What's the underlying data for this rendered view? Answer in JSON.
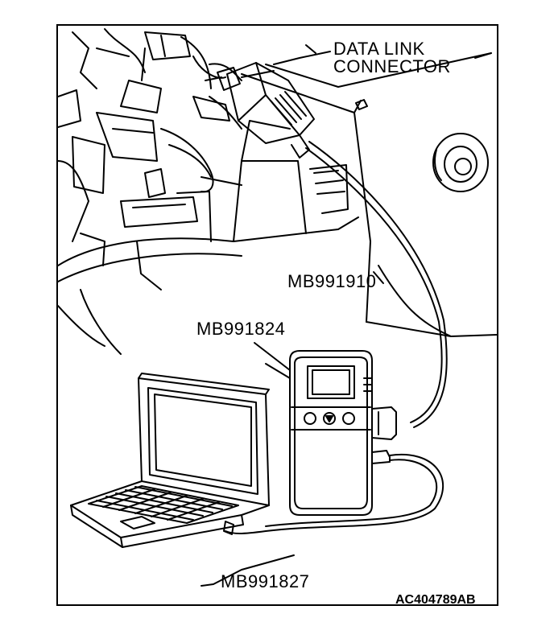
{
  "diagram": {
    "labels": {
      "data_link_connector_line1": "DATA LINK",
      "data_link_connector_line2": "CONNECTOR",
      "cable_main": "MB991910",
      "tool_unit": "MB991824",
      "usb_cable": "MB991827",
      "figure_code": "AC404789AB"
    },
    "icons": [
      "dashboard-illustration",
      "obd-connector-icon",
      "scan-tool-icon",
      "laptop-icon"
    ]
  }
}
